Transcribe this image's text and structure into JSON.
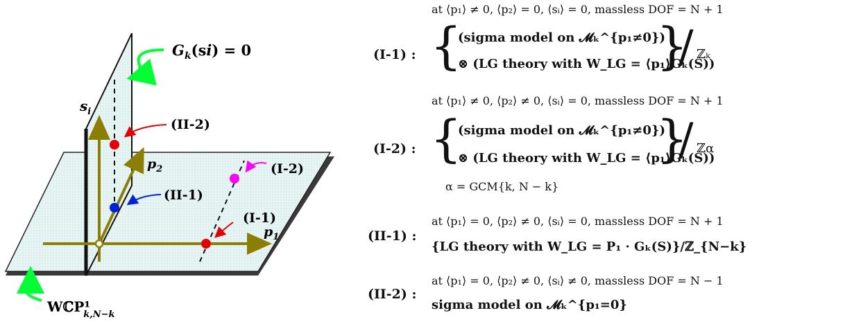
{
  "diagram": {
    "plane_label": "WℂP¹",
    "plane_label_sub": "k,N−k",
    "hyperplane_label": "G",
    "hyperplane_label_rest": "(s",
    "hyperplane_label_end": ") = 0",
    "axis_s": "s",
    "axis_s_sub": "i",
    "axis_p2": "p",
    "axis_p2_sub": "2",
    "axis_p1": "p",
    "axis_p1_sub": "1",
    "point_labels": [
      "(II-2)",
      "(II-1)",
      "(I-2)",
      "(I-1)"
    ],
    "colors": {
      "red": "#e60000",
      "blue": "#0022dd",
      "magenta": "#ff00ff",
      "green": "#00ff33",
      "olive": "#8a7f00",
      "plane": "#e4f4f2"
    }
  },
  "phases": [
    {
      "tag": "(I-1) :",
      "cond": "at ⟨p₁⟩ ≠ 0, ⟨p₂⟩ = 0, ⟨sᵢ⟩ = 0, massless DOF = N + 1",
      "line1": "(sigma model on 𝓜ₖ^{p₁≠0})",
      "line2": "⊗ (LG theory with W_LG = ⟨p₁⟩Gₖ(S))",
      "quotient": "ℤₖ"
    },
    {
      "tag": "(I-2) :",
      "cond": "at ⟨p₁⟩ ≠ 0, ⟨p₂⟩ ≠ 0, ⟨sᵢ⟩ = 0, massless DOF = N + 1",
      "line1": "(sigma model on 𝓜ₖ^{p₁≠0})",
      "line2": "⊗ (LG theory with W_LG = ⟨p₁⟩Gₖ(S))",
      "quotient": "ℤα",
      "extra": "α = GCM{k, N − k}"
    },
    {
      "tag": "(II-1) :",
      "cond": "at ⟨p₁⟩ = 0, ⟨p₂⟩ ≠ 0, ⟨sᵢ⟩ = 0, massless DOF = N + 1",
      "line1": "{LG theory with W_LG = P₁ · Gₖ(S)}/ℤ_{N−k}"
    },
    {
      "tag": "(II-2) :",
      "cond": "at ⟨p₁⟩ = 0, ⟨p₂⟩ ≠ 0, ⟨sᵢ⟩ ≠ 0, massless DOF = N − 1",
      "line1": "sigma model on 𝓜ₖ^{p₁=0}"
    }
  ]
}
